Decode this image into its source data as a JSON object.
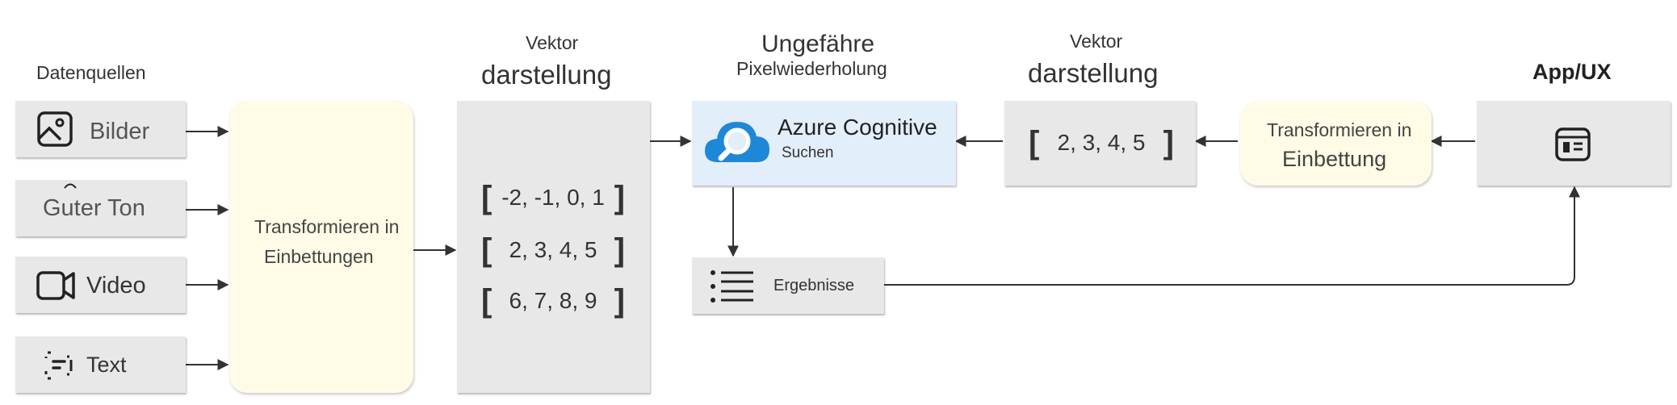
{
  "sources": {
    "title": "Datenquellen",
    "items": [
      {
        "label": "Bilder",
        "icon": "image-icon"
      },
      {
        "label": "Guter Ton",
        "icon": "audio-icon"
      },
      {
        "label": "Video",
        "icon": "video-icon"
      },
      {
        "label": "Text",
        "icon": "text-icon"
      }
    ]
  },
  "transform_left": {
    "line1": "Transformieren in",
    "line2": "Einbettungen"
  },
  "vector_left": {
    "title_top": "Vektor",
    "title_main": "darstellung",
    "rows": [
      {
        "values": "-2, -1, 0, 1"
      },
      {
        "values": "2, 3, 4, 5"
      },
      {
        "values": "6, 7, 8, 9"
      }
    ]
  },
  "search": {
    "title_top": "Ungefähre",
    "title_sub": "Pixelwiederholung",
    "name": "Azure Cognitive",
    "sub": "Suchen"
  },
  "results": {
    "label": "Ergebnisse"
  },
  "vector_right": {
    "title_top": "Vektor",
    "title_main": "darstellung",
    "values": "2, 3, 4, 5"
  },
  "transform_right": {
    "line1": "Transformieren in",
    "line2": "Einbettung"
  },
  "app": {
    "title": "App/UX"
  },
  "brackets": {
    "open": "[",
    "close": "]"
  },
  "colors": {
    "box": "#e8e8e8",
    "transform": "#fffbe6",
    "search": "#e3eefb",
    "cloud": "#1e88d6",
    "line": "#333333"
  }
}
